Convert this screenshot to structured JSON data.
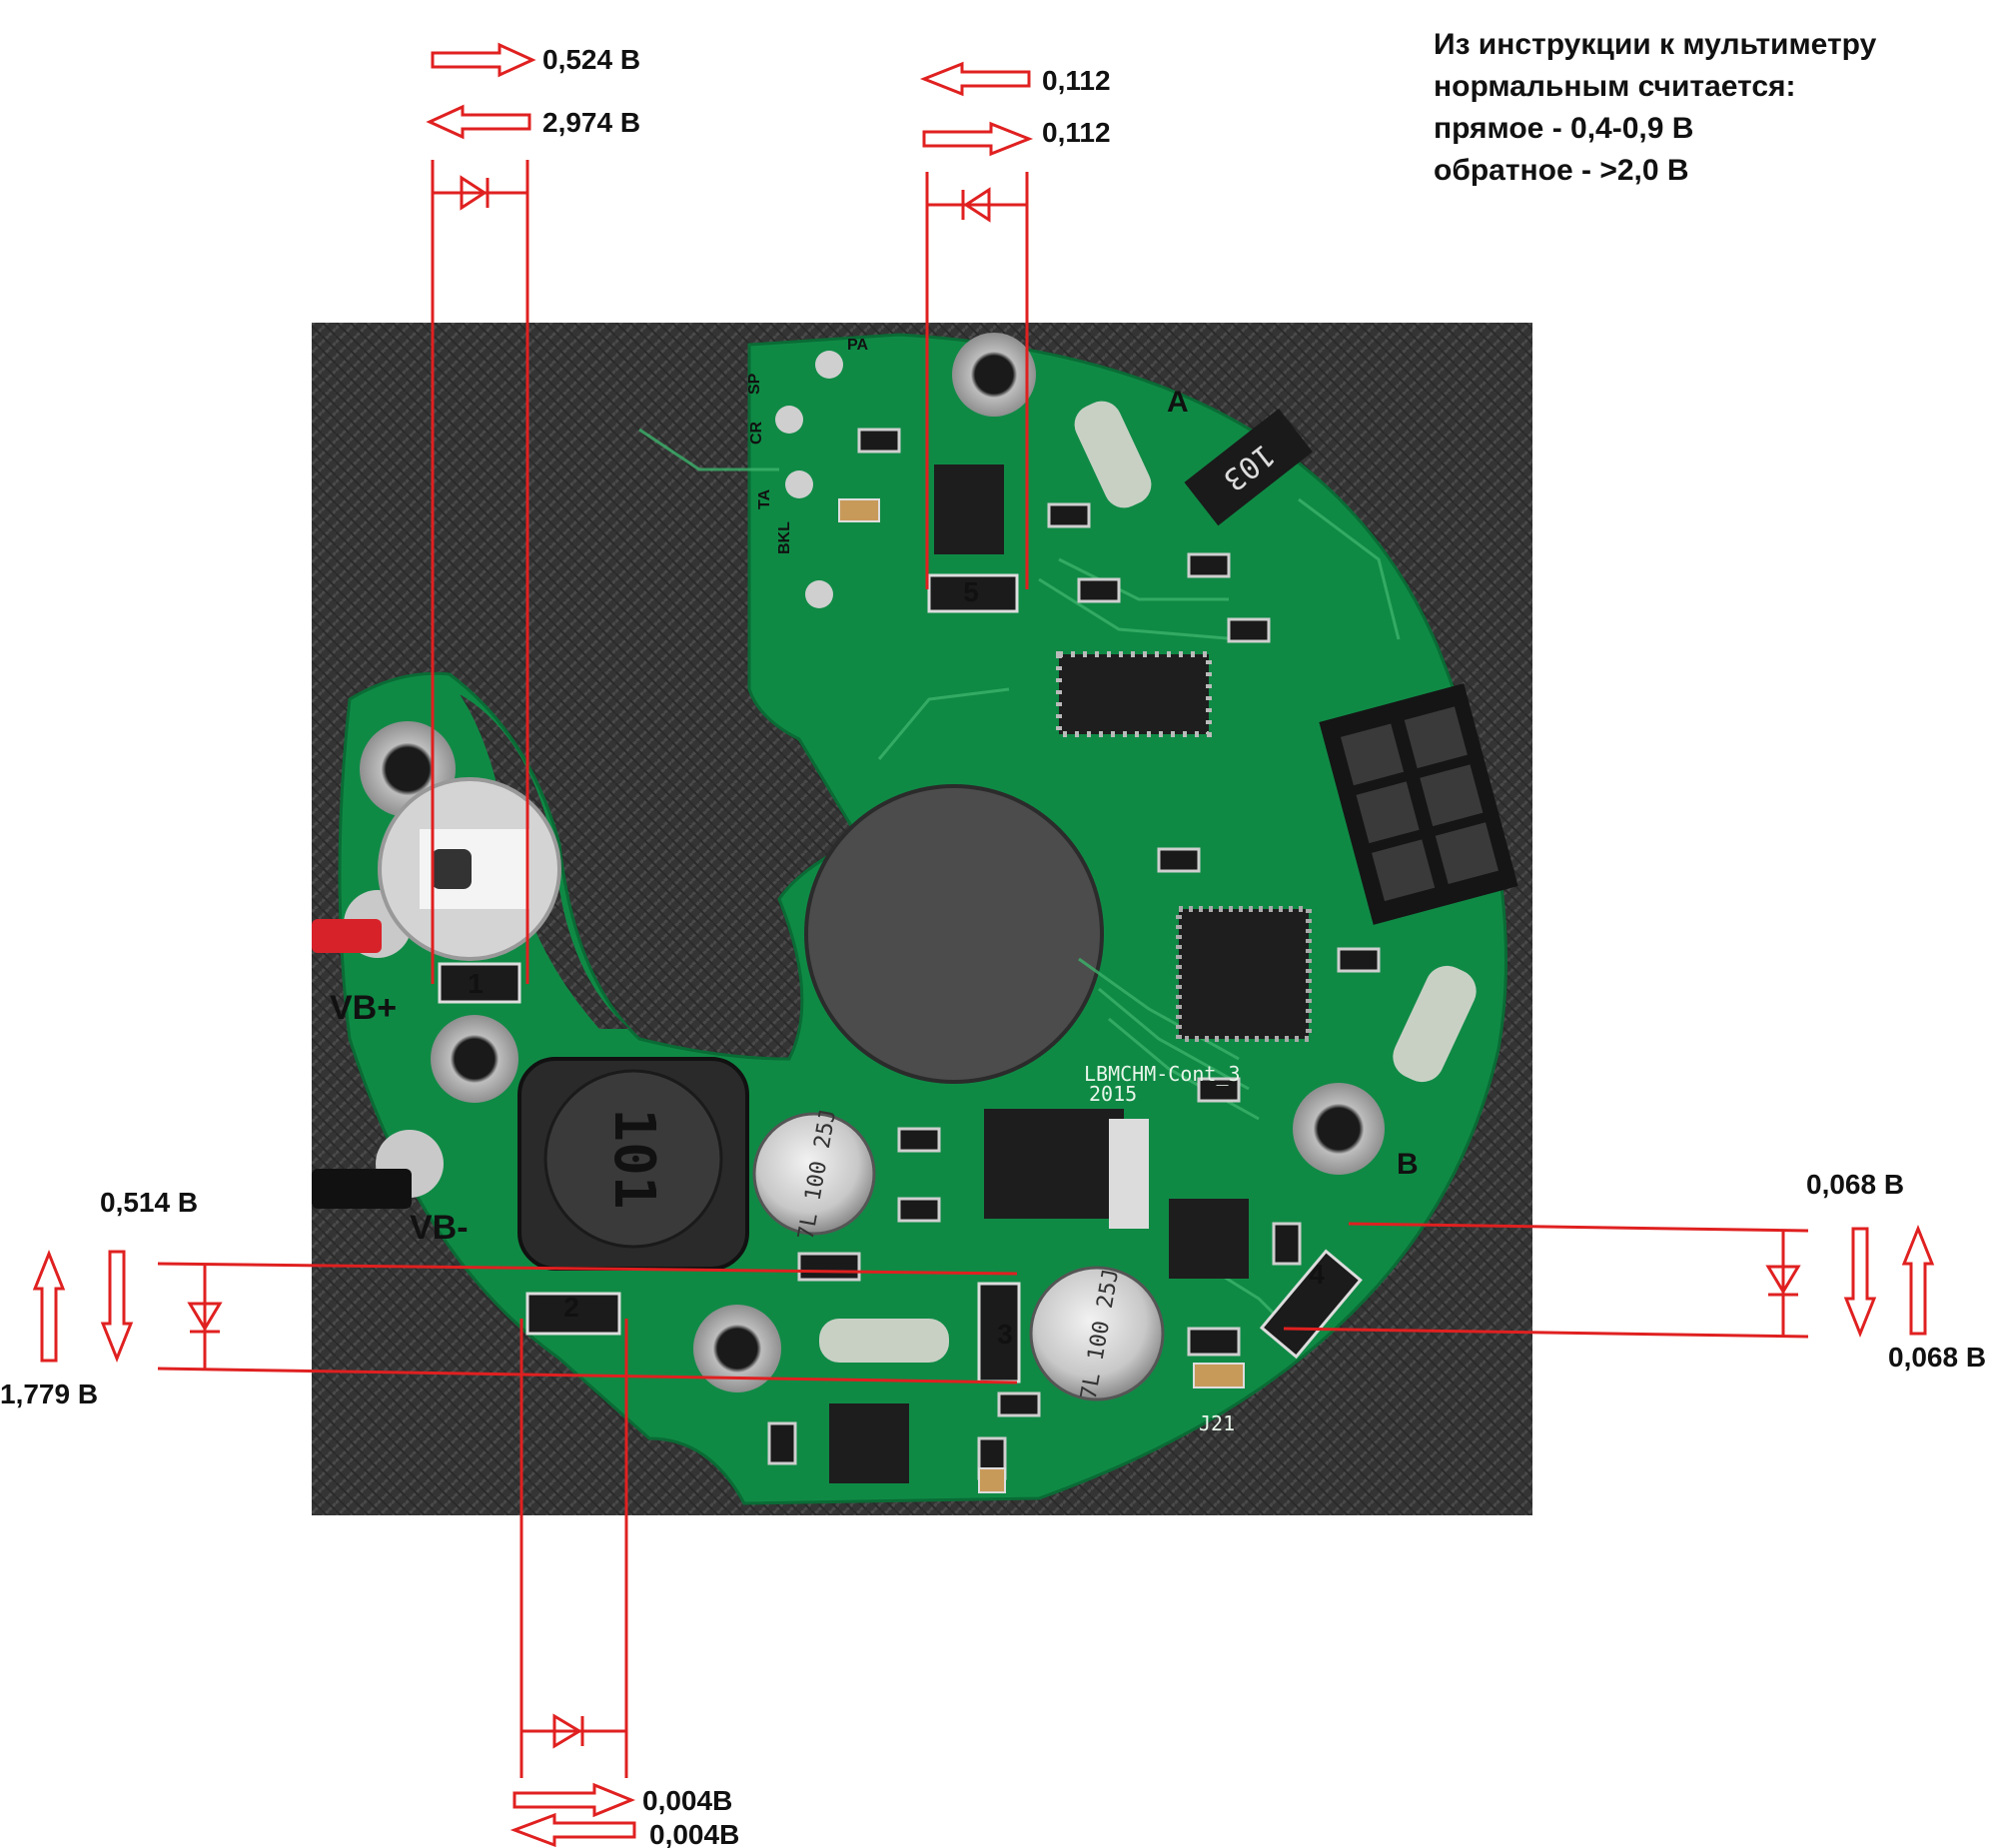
{
  "note": {
    "line1": "Из инструкции к мультиметру",
    "line2": "нормальным считается:",
    "line3": "прямое - 0,4-0,9 В",
    "line4": "обратное - >2,0 В"
  },
  "diodes": [
    {
      "id": "1",
      "forward": "0,524 В",
      "reverse": "2,974 В"
    },
    {
      "id": "2",
      "forward": "0,004В",
      "reverse": "0,004В"
    },
    {
      "id": "3",
      "forward": "0,514 В",
      "reverse": "1,779 В"
    },
    {
      "id": "4",
      "forward": "0,068 В",
      "reverse": "0,068 В"
    },
    {
      "id": "5",
      "forward": "0,112",
      "reverse": "0,112"
    }
  ],
  "board_silkscreen": {
    "vb_plus": "VB+",
    "vb_minus": "VB-",
    "inductor": "101",
    "cap_left": "7L 100 25J",
    "cap_right": "7L 100 25J",
    "resistor": "103",
    "board_name": "LBMCHM-Cont_3",
    "board_date": "2015",
    "jumper": "J21",
    "pad_a": "A",
    "pad_b": "B",
    "pad_pa": "PA",
    "pad_sp": "SP",
    "pad_cr": "CR",
    "pad_ta": "TA",
    "pad_bkl": "BKL"
  },
  "colors": {
    "annotation": "#e02020",
    "marker_text": "#f2e600",
    "pcb": "#0f8a45",
    "background": "#3a3a3a"
  }
}
